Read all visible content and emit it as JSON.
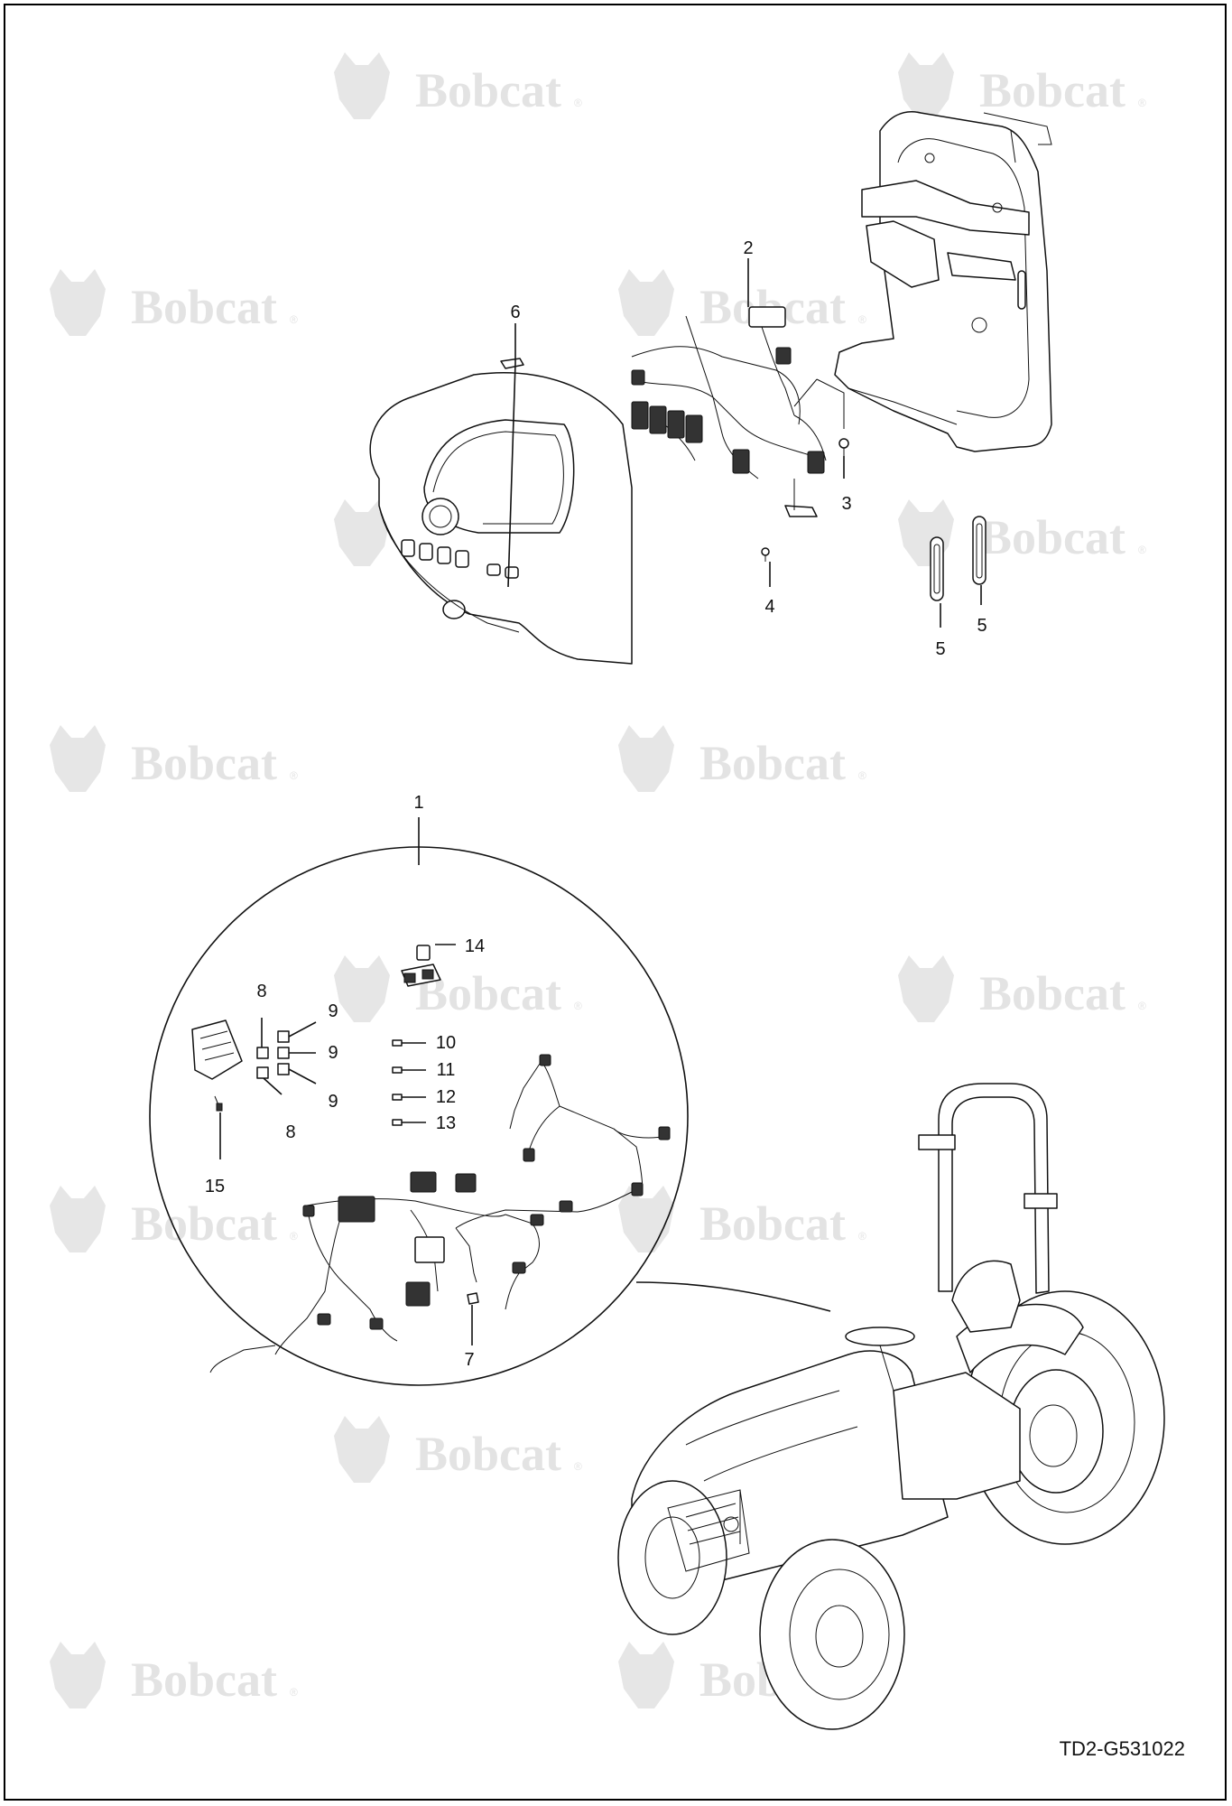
{
  "watermark": {
    "text": "Bobcat",
    "mark": "®",
    "icon": "bobcat-head-logo"
  },
  "drawing_id": "TD2-G531022",
  "callouts": [
    "1",
    "2",
    "3",
    "4",
    "5",
    "5",
    "6",
    "7",
    "8",
    "8",
    "9",
    "9",
    "9",
    "10",
    "11",
    "12",
    "13",
    "14",
    "15"
  ],
  "colors": {
    "line": "#111111",
    "watermark": "#e3e3e3",
    "background": "#ffffff"
  }
}
